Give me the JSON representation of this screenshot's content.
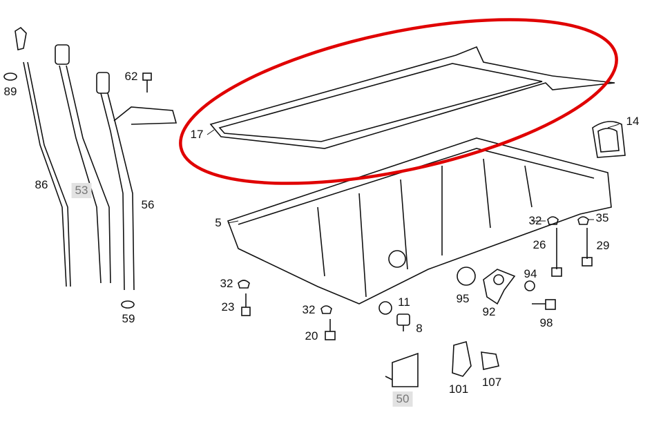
{
  "diagram": {
    "highlight_color": "#e00000",
    "highlighted_part": "17",
    "part_labels": [
      {
        "id": "89",
        "ref": false
      },
      {
        "id": "62",
        "ref": false
      },
      {
        "id": "86",
        "ref": false
      },
      {
        "id": "53",
        "ref": true
      },
      {
        "id": "56",
        "ref": false
      },
      {
        "id": "59",
        "ref": false
      },
      {
        "id": "17",
        "ref": false
      },
      {
        "id": "14",
        "ref": false
      },
      {
        "id": "5",
        "ref": false
      },
      {
        "id": "32",
        "ref": false
      },
      {
        "id": "35",
        "ref": false
      },
      {
        "id": "26",
        "ref": false
      },
      {
        "id": "29",
        "ref": false
      },
      {
        "id": "32",
        "ref": false
      },
      {
        "id": "23",
        "ref": false
      },
      {
        "id": "32",
        "ref": false
      },
      {
        "id": "20",
        "ref": false
      },
      {
        "id": "11",
        "ref": false
      },
      {
        "id": "8",
        "ref": false
      },
      {
        "id": "95",
        "ref": false
      },
      {
        "id": "94",
        "ref": false
      },
      {
        "id": "92",
        "ref": false
      },
      {
        "id": "98",
        "ref": false
      },
      {
        "id": "50",
        "ref": true
      },
      {
        "id": "101",
        "ref": false
      },
      {
        "id": "107",
        "ref": false
      }
    ]
  }
}
